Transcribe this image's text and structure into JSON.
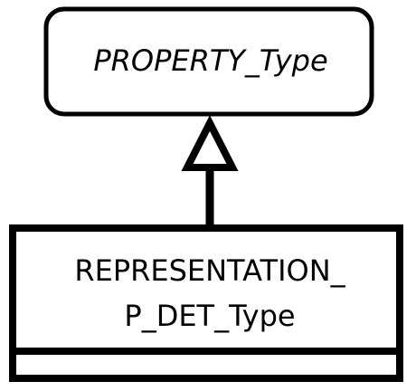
{
  "diagram": {
    "parent_class": {
      "name": "PROPERTY_Type",
      "abstract": true
    },
    "child_class": {
      "name_line1": "REPRESENTATION_",
      "name_line2": "P_DET_Type"
    },
    "relationship": "generalization",
    "colors": {
      "stroke": "#000000",
      "fill": "#ffffff"
    }
  }
}
